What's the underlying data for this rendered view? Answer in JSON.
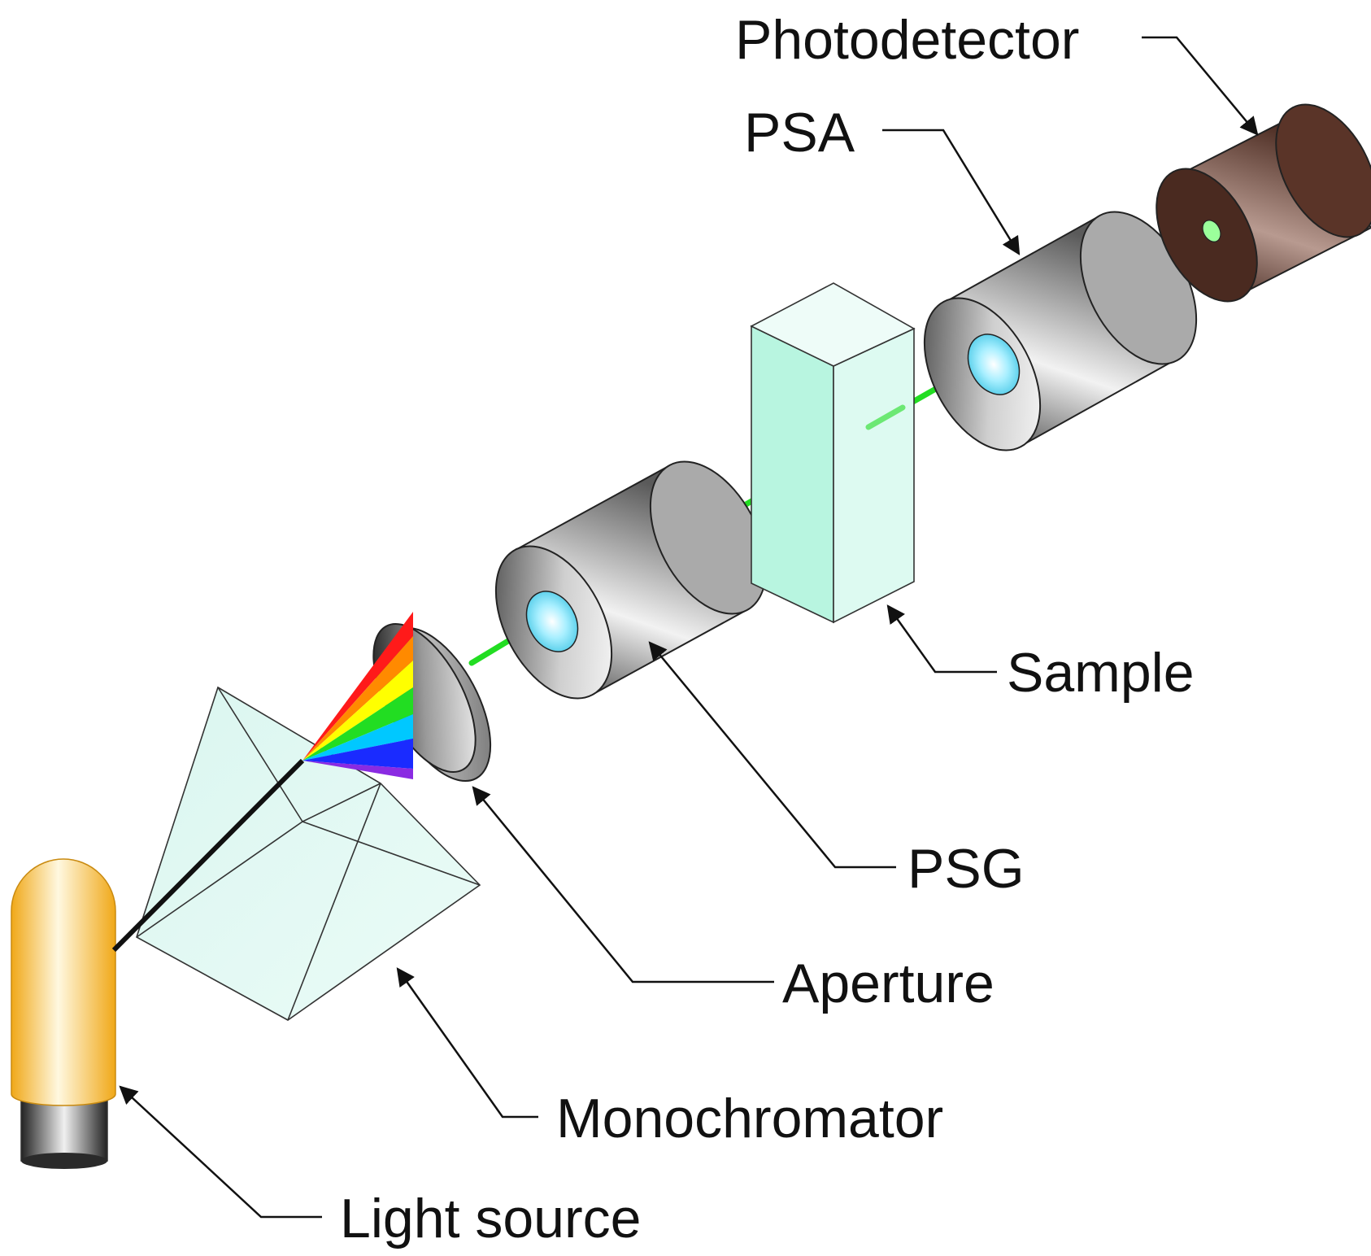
{
  "labels": {
    "photodetector": "Photodetector",
    "psa": "PSA",
    "sample": "Sample",
    "psg": "PSG",
    "aperture": "Aperture",
    "monochromator": "Monochromator",
    "light_source": "Light source"
  },
  "colors": {
    "beam_green": "#22dd22",
    "beam_white": "#111111",
    "lamp": "#f5b52a",
    "cylinder": "#9a9a9a",
    "lens": "#7fe3ff",
    "glass": "#ccf3e9",
    "sample": "#b8f5e0",
    "photodetector": "#6b3a2e"
  }
}
